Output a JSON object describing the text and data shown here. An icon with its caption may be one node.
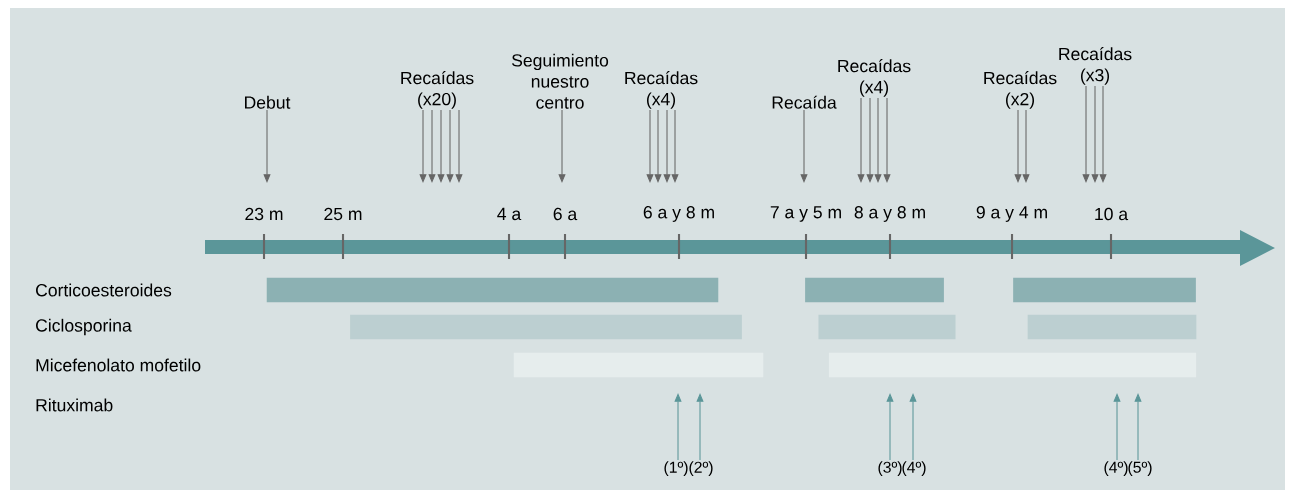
{
  "diagram": {
    "nodes": [
      {
        "text": [
          "Debut"
        ]
      },
      {
        "text": [
          "Recaídas (x20)"
        ]
      },
      {
        "text": [
          "Seguimiento nuestro centro"
        ]
      },
      {
        "text": [
          "Recaídas (x4)"
        ]
      },
      {
        "text": [
          "Recaída"
        ]
      },
      {
        "text": [
          "Recaídas (x4)"
        ]
      },
      {
        "text": [
          "Recaídas (x2)"
        ]
      },
      {
        "text": [
          "Recaídas (x3)"
        ]
      },
      {
        "text": [],
        "shape": "bar"
      },
      {
        "text": [],
        "shape": "bar"
      },
      {
        "text": [],
        "shape": "bar"
      },
      {
        "text": [],
        "shape": "bar"
      },
      {
        "text": [],
        "shape": "bar"
      },
      {
        "text": [],
        "shape": "bar"
      },
      {
        "text": [],
        "shape": "bar"
      },
      {
        "text": [],
        "shape": "bar"
      },
      {
        "text": [
          "(1º)"
        ]
      },
      {
        "text": [
          "(2º)"
        ]
      },
      {
        "text": [
          "(3º)"
        ]
      },
      {
        "text": [
          "(4º)"
        ]
      },
      {
        "text": [
          "(4º)"
        ]
      },
      {
        "text": [
          "(5º)"
        ]
      }
    ],
    "edges": [
      {
        "from": 0,
        "to": null,
        "arrow": "to"
      },
      {
        "from": 1,
        "to": null,
        "arrow": "to"
      },
      {
        "from": 1,
        "to": null,
        "arrow": "to"
      },
      {
        "from": 1,
        "to": null,
        "arrow": "to"
      },
      {
        "from": 1,
        "to": null,
        "arrow": "to"
      },
      {
        "from": 1,
        "to": null,
        "arrow": "to"
      },
      {
        "from": 2,
        "to": null,
        "arrow": "to"
      },
      {
        "from": 3,
        "to": null,
        "arrow": "to"
      },
      {
        "from": 3,
        "to": null,
        "arrow": "to"
      },
      {
        "from": 3,
        "to": null,
        "arrow": "to"
      },
      {
        "from": 3,
        "to": null,
        "arrow": "to"
      },
      {
        "from": 4,
        "to": null,
        "arrow": "to"
      },
      {
        "from": 5,
        "to": null,
        "arrow": "to"
      },
      {
        "from": 5,
        "to": null,
        "arrow": "to"
      },
      {
        "from": 5,
        "to": null,
        "arrow": "to"
      },
      {
        "from": 5,
        "to": null,
        "arrow": "to"
      },
      {
        "from": 6,
        "to": null,
        "arrow": "to"
      },
      {
        "from": 6,
        "to": null,
        "arrow": "to"
      },
      {
        "from": 7,
        "to": null,
        "arrow": "to"
      },
      {
        "from": 7,
        "to": null,
        "arrow": "to"
      },
      {
        "from": 7,
        "to": null,
        "arrow": "to"
      },
      {
        "from": 16,
        "to": null,
        "arrow": "to",
        "color": "#5b9699"
      },
      {
        "from": 17,
        "to": null,
        "arrow": "to",
        "color": "#5b9699"
      },
      {
        "from": 18,
        "to": null,
        "arrow": "to",
        "color": "#5b9699"
      },
      {
        "from": 19,
        "to": null,
        "arrow": "to",
        "color": "#5b9699"
      },
      {
        "from": 20,
        "to": null,
        "arrow": "to",
        "color": "#5b9699"
      },
      {
        "from": 21,
        "to": null,
        "arrow": "to",
        "color": "#5b9699"
      }
    ],
    "labels": [
      "23 m",
      "25 m",
      "4 a",
      "6 a",
      "6 a y 8 m",
      "7 a y 5 m",
      "8 a y 8 m",
      "9 a y 4 m",
      "10 a",
      "Corticoesteroides",
      "Ciclosporina",
      "Micefenolato mofetilo",
      "Rituximab"
    ]
  }
}
